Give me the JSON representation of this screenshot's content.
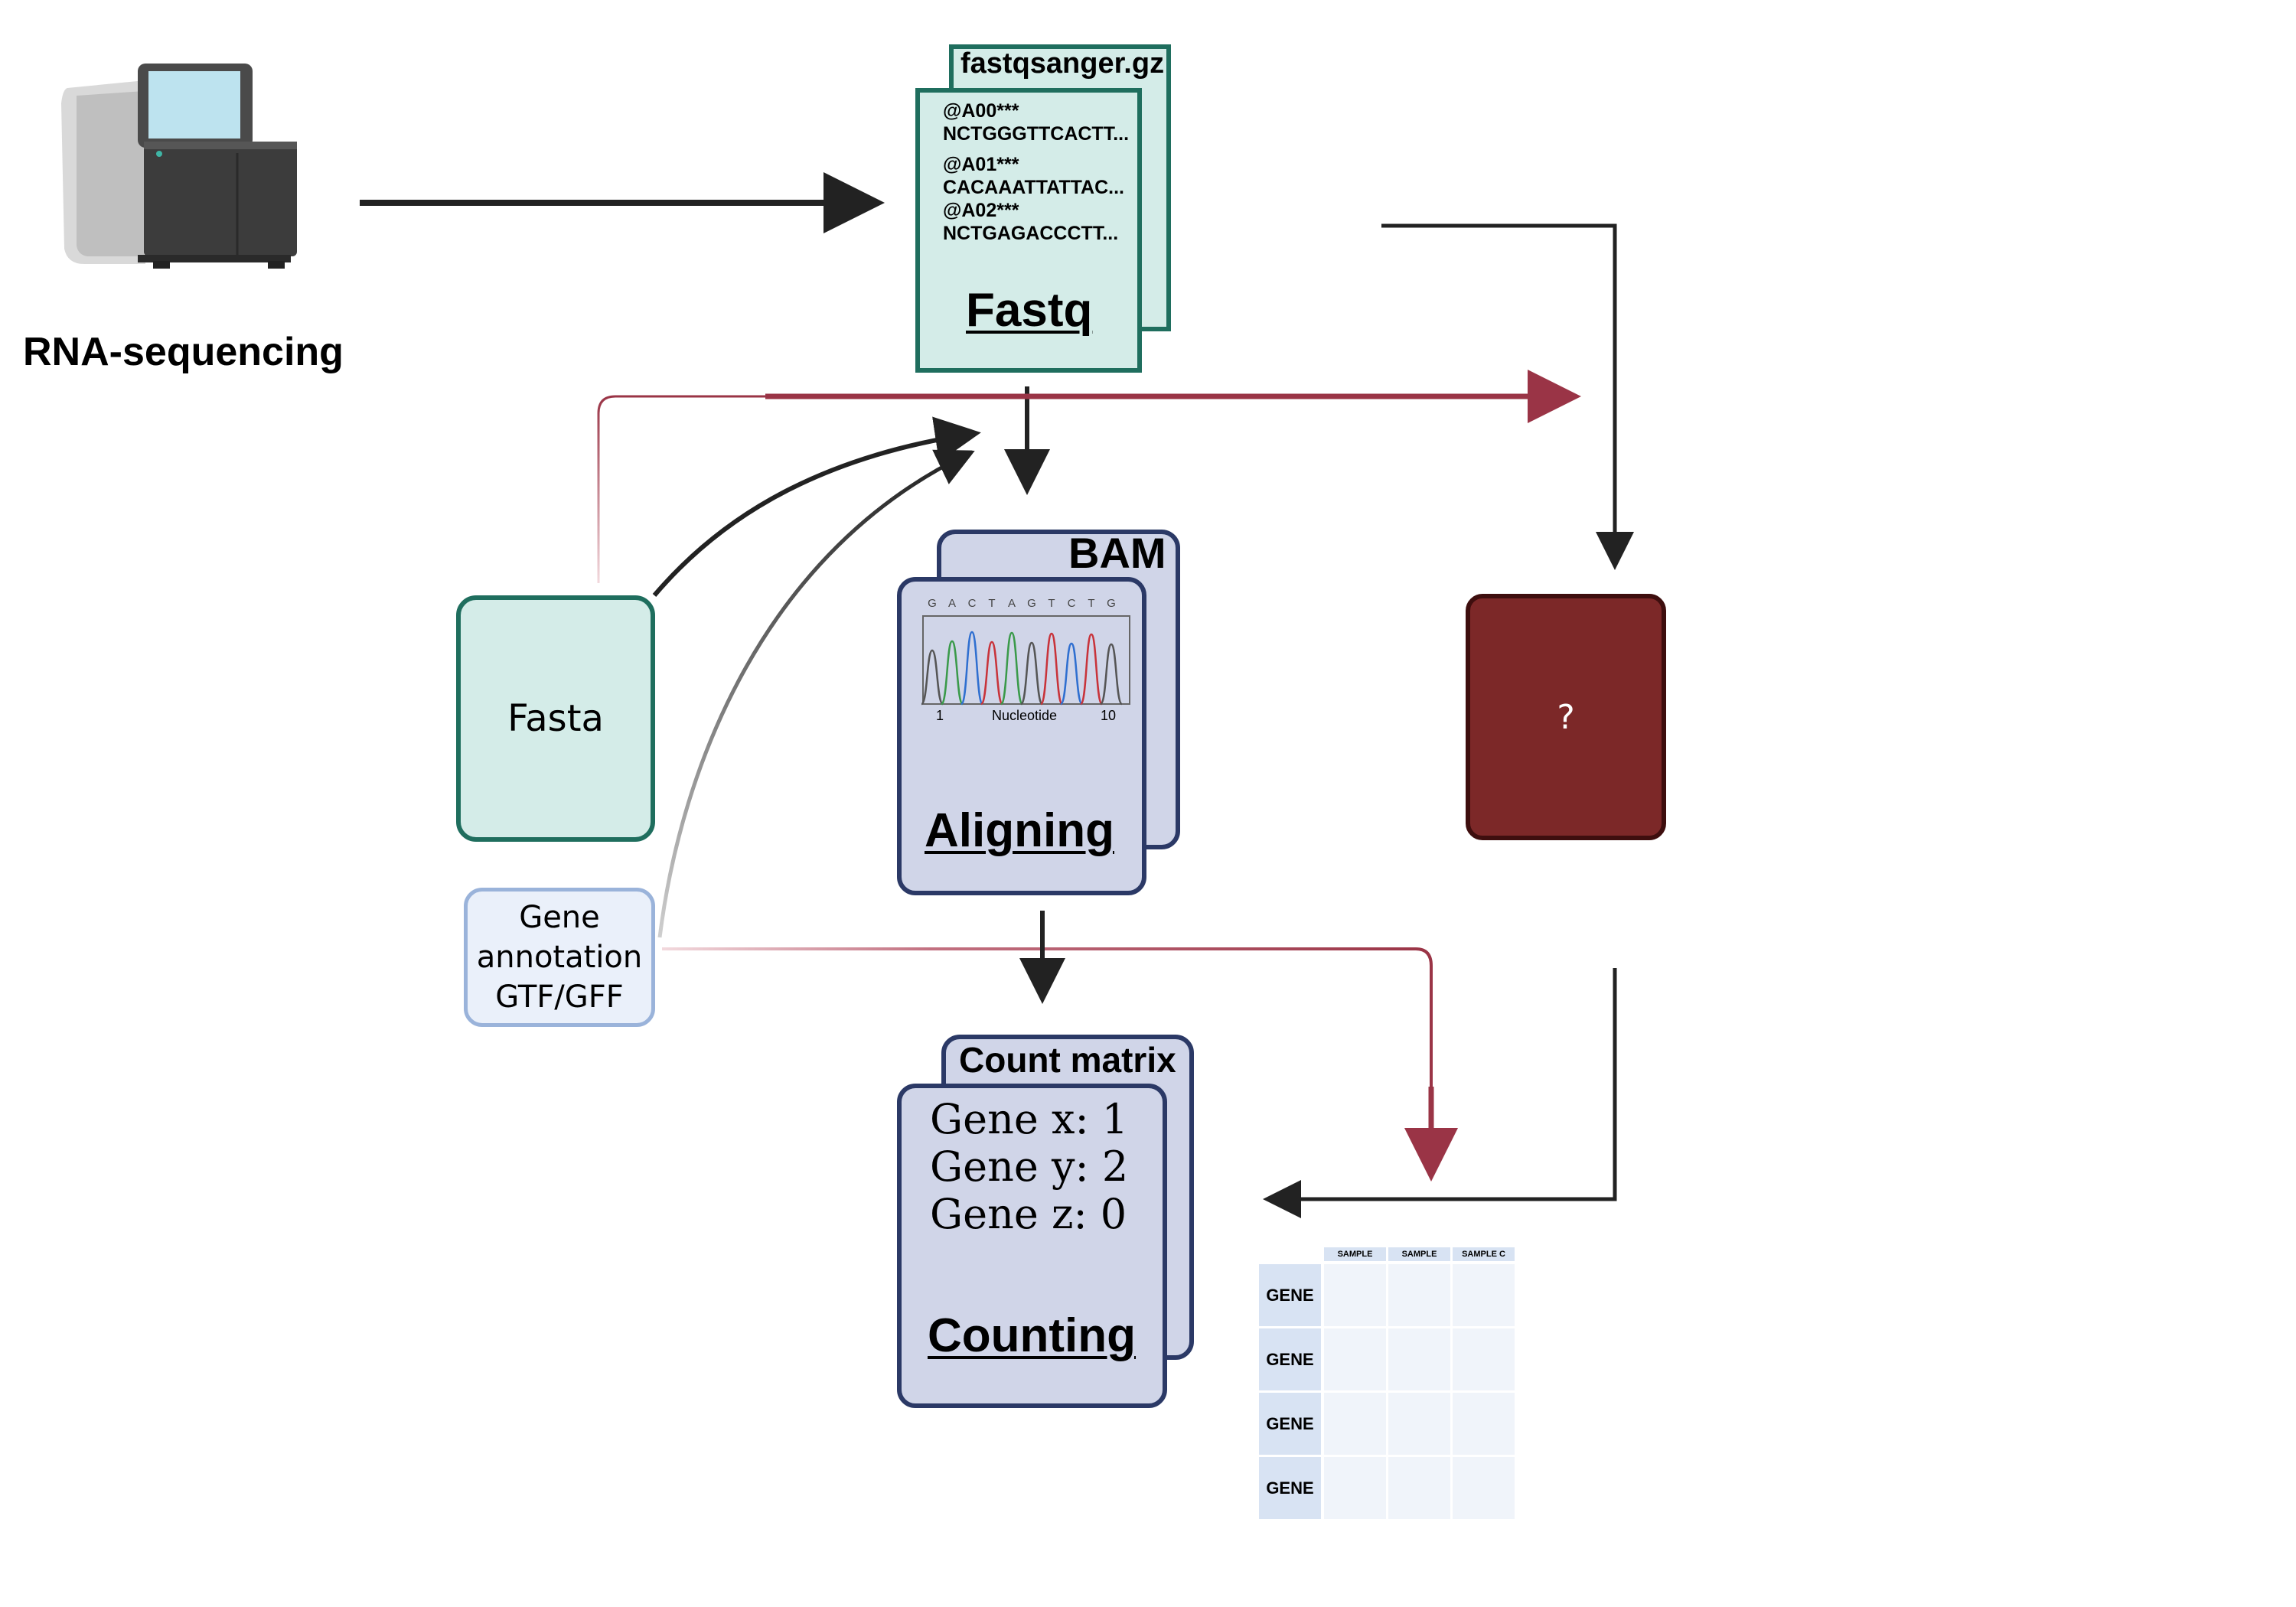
{
  "colors": {
    "arrow_dark": "#222222",
    "arrow_red": "#9a3446",
    "fastq_fill": "#d4ece8",
    "fastq_border": "#1f6e5e",
    "fasta_fill": "#d4ece8",
    "fasta_border": "#1f6e5e",
    "gene_fill": "#eaf0fa",
    "gene_border": "#9ab3da",
    "bam_fill": "#d0d5e8",
    "bam_border": "#2b3966",
    "unknown_fill": "#7c2828",
    "unknown_border": "#3e0e0e",
    "table_header": "#d8e3f3",
    "table_cell": "#f0f4fa"
  },
  "sequencer": {
    "icon": "rna-sequencer-icon",
    "label": "RNA-sequencing"
  },
  "fastq": {
    "tab_label": "fastqsanger.gz",
    "reads": [
      {
        "id": "@A00***",
        "seq": "NCTGGGTTCACTT..."
      },
      {
        "id": "@A01***",
        "seq": "CACAAATTATTAC..."
      },
      {
        "id": "@A02***",
        "seq": "NCTGAGACCCTT..."
      }
    ],
    "title": "Fastq"
  },
  "fasta": {
    "label": "Fasta"
  },
  "gene_annotation": {
    "line1": "Gene",
    "line2": "annotation",
    "line3": "GTF/GFF"
  },
  "bam": {
    "tab_label": "BAM",
    "bases": [
      "G",
      "A",
      "C",
      "T",
      "A",
      "G",
      "T",
      "C",
      "T",
      "G"
    ],
    "axis_start": "1",
    "axis_label": "Nucleotide",
    "axis_end": "10",
    "title": "Aligning"
  },
  "unknown": {
    "label": "?"
  },
  "count": {
    "tab_label": "Count matrix",
    "lines": [
      "Gene x: 1",
      "Gene y: 2",
      "Gene z: 0"
    ],
    "title": "Counting"
  },
  "matrix": {
    "columns": [
      "SAMPLE",
      "SAMPLE",
      "SAMPLE C"
    ],
    "rows": [
      "GENE",
      "GENE",
      "GENE",
      "GENE"
    ]
  }
}
